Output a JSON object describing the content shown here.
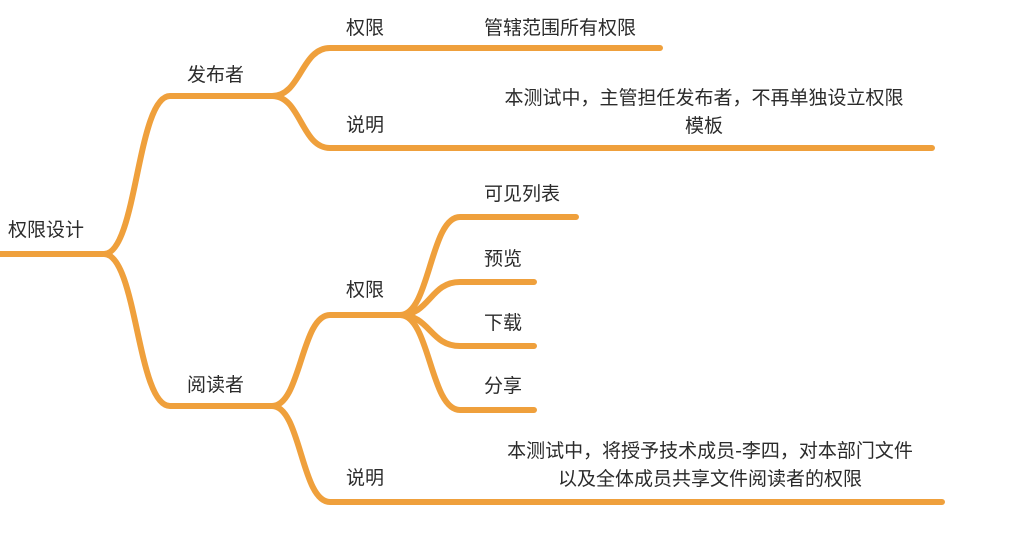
{
  "colors": {
    "branch": "#EFA03C",
    "text": "#2b2b2b"
  },
  "root": {
    "label": "权限设计"
  },
  "publisher": {
    "label": "发布者",
    "permission": {
      "label": "权限",
      "content": "管辖范围所有权限"
    },
    "note": {
      "label": "说明",
      "lines": [
        "本测试中，主管担任发布者，不再单独设立权限",
        "模板"
      ]
    }
  },
  "reader": {
    "label": "阅读者",
    "permission": {
      "label": "权限",
      "items": [
        "可见列表",
        "预览",
        "下载",
        "分享"
      ]
    },
    "note": {
      "label": "说明",
      "lines": [
        "本测试中，将授予技术成员-李四，对本部门文件",
        "以及全体成员共享文件阅读者的权限"
      ]
    }
  }
}
